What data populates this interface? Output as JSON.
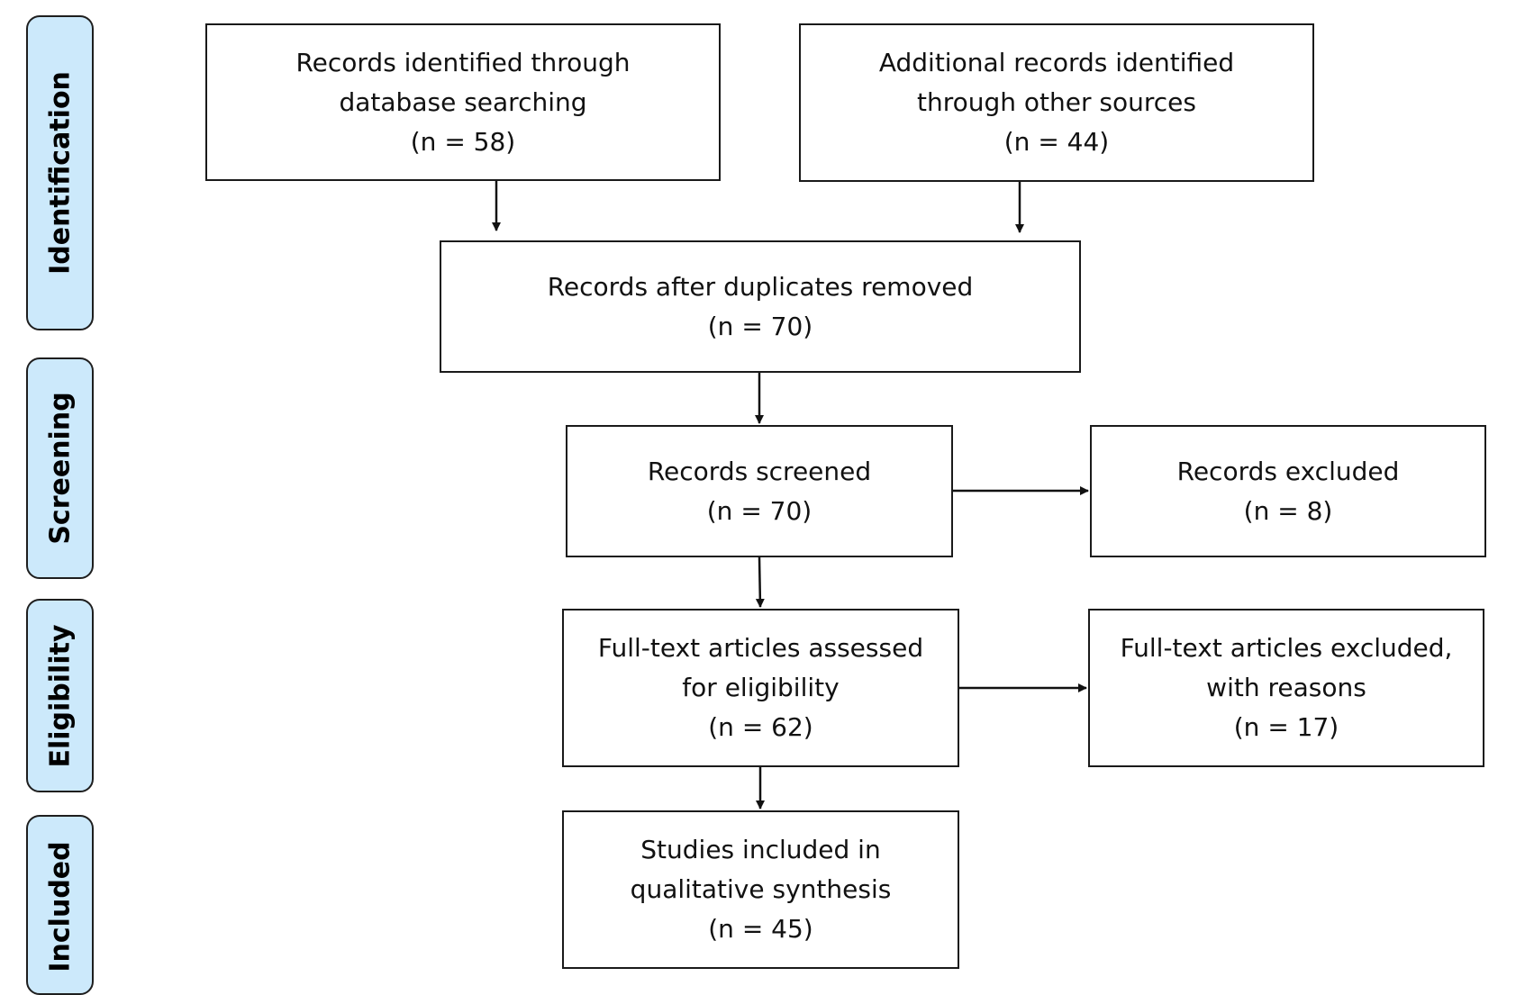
{
  "phases": {
    "identification": "Identification",
    "screening": "Screening",
    "eligibility": "Eligibility",
    "included": "Included"
  },
  "boxes": {
    "database": {
      "line1": "Records identified through",
      "line2": "database searching",
      "count": "(n = 58)"
    },
    "other_sources": {
      "line1": "Additional records identified",
      "line2": "through other sources",
      "count": "(n = 44)"
    },
    "duplicates_removed": {
      "line1": "Records after duplicates removed",
      "count": "(n = 70)"
    },
    "screened": {
      "line1": "Records screened",
      "count": "(n = 70)"
    },
    "excluded": {
      "line1": "Records excluded",
      "count": "(n = 8)"
    },
    "fulltext_assessed": {
      "line1": "Full-text articles assessed",
      "line2": "for eligibility",
      "count": "(n = 62)"
    },
    "fulltext_excluded": {
      "line1": "Full-text articles excluded,",
      "line2": "with reasons",
      "count": "(n = 17)"
    },
    "included": {
      "line1": "Studies included in",
      "line2": "qualitative synthesis",
      "count": "(n = 45)"
    }
  }
}
